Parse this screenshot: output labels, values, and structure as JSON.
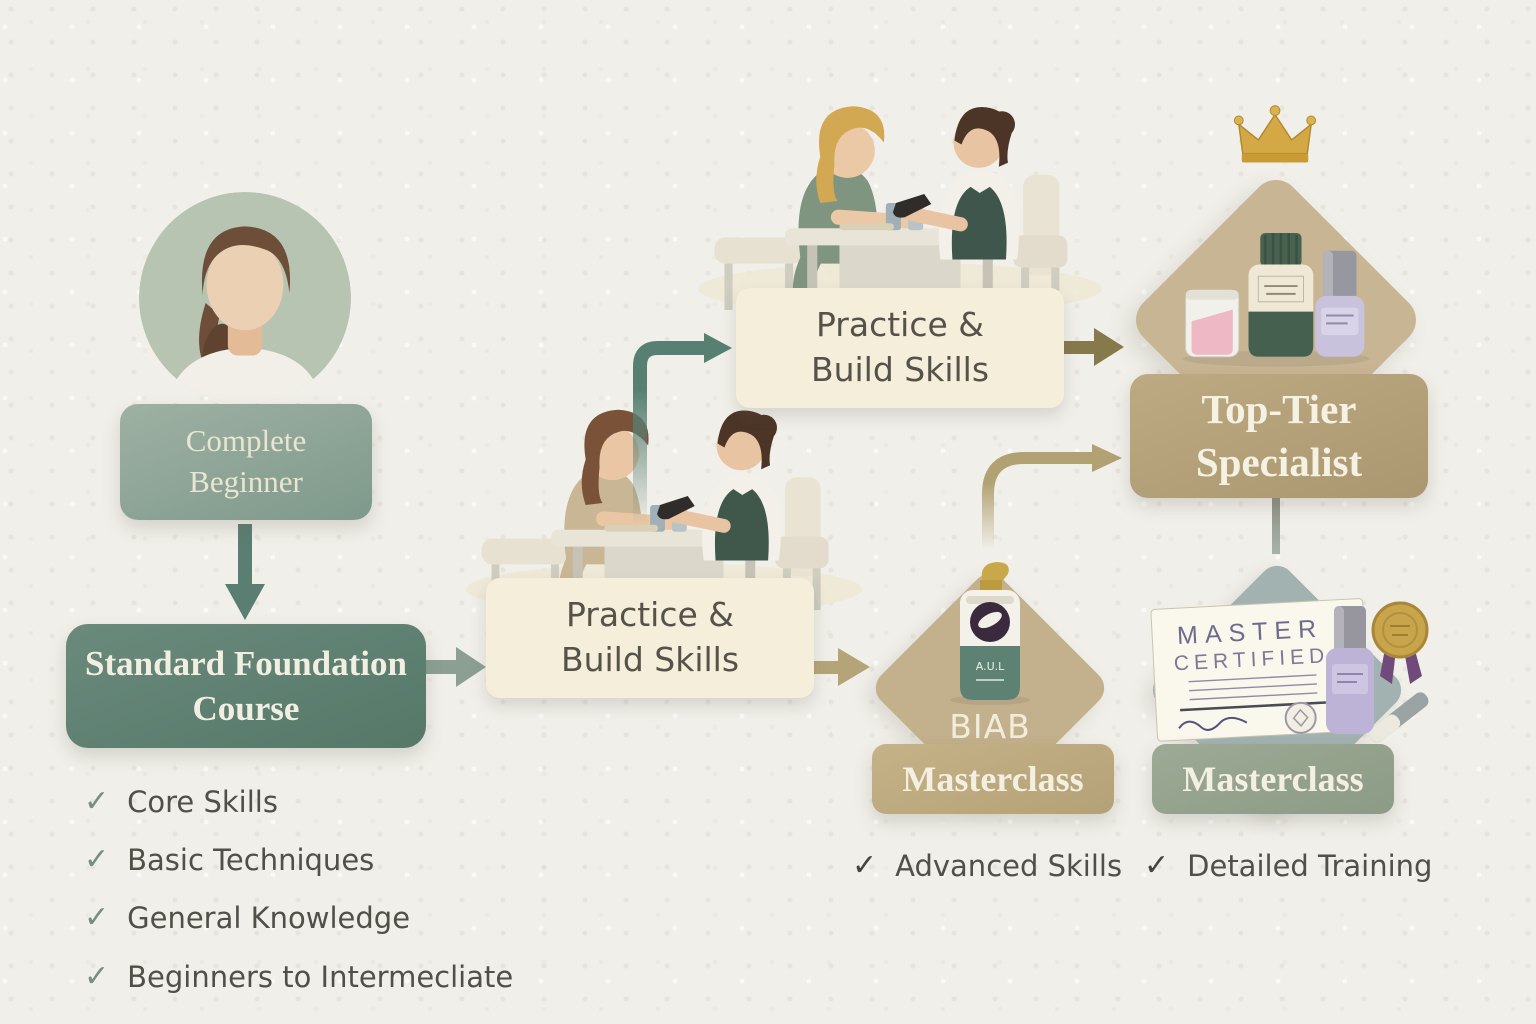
{
  "canvas": {
    "bg": "#f1efe9"
  },
  "palette": {
    "sage": "#8fa796",
    "deep_green": "#5f8376",
    "cream": "#f4eedc",
    "tan_box": "#b3a078",
    "tan_diamond": "#c8b593",
    "slate_diamond": "#a2b2b0",
    "sage_box": "#97a48f",
    "gold": "#d2a945",
    "check_green": "#74907f",
    "text_dark": "#4f4e46",
    "text_light": "#f2eee0"
  },
  "icons": {
    "check": "✓",
    "crown": "crown",
    "avatar": "female-avatar"
  },
  "beginner": {
    "label": "Complete Beginner"
  },
  "foundation": {
    "label": "Standard Foundation Course",
    "features": [
      "Core Skills",
      "Basic Techniques",
      "General Knowledge",
      "Beginners to Intermecliate"
    ]
  },
  "practice_upper": {
    "label": "Practice & Build Skills"
  },
  "practice_lower": {
    "label": "Practice & Build Skills"
  },
  "biab": {
    "tag": "BIAB",
    "label": "Masterclass",
    "bottle_text": "A.U.L",
    "feature": "Advanced Skills"
  },
  "master": {
    "label": "Masterclass",
    "certificate_line1": "MASTER",
    "certificate_line2": "CERTIFIED",
    "feature": "Detailed Training"
  },
  "top_tier": {
    "label": "Top-Tier Specialist"
  }
}
